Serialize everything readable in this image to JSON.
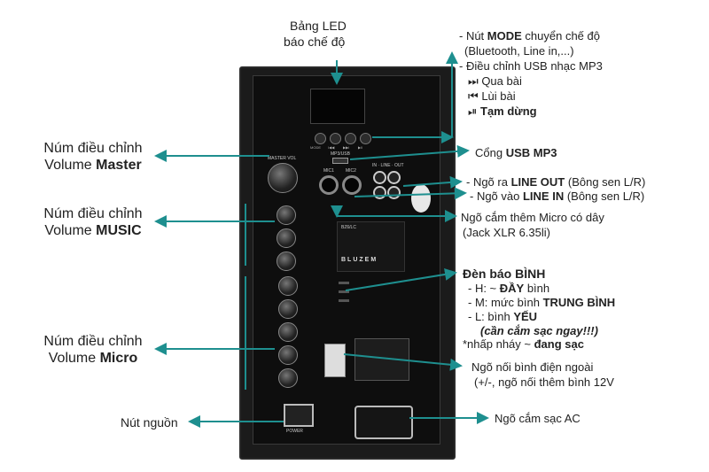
{
  "callouts": {
    "led_board": {
      "line1": "Bảng LED",
      "line2": "báo chế độ"
    },
    "mode": {
      "line1_pre": "- Nút ",
      "line1_bold": "MODE",
      "line1_post": " chuyển chế độ",
      "line2": "(Bluetooth, Line in,...)",
      "line3": "- Điều chỉnh USB nhạc MP3",
      "next": "Qua bài",
      "prev": "Lùi bài",
      "pause": "Tạm dừng"
    },
    "usb": {
      "pre": "Cổng ",
      "bold": "USB MP3"
    },
    "line_out": {
      "pre": "- Ngõ ra ",
      "bold": "LINE OUT",
      "post": " (Bông sen L/R)"
    },
    "line_in": {
      "pre": "- Ngõ vào ",
      "bold": "LINE IN",
      "post": " (Bông sen L/R)"
    },
    "micro_jack": {
      "line1": "Ngõ cắm thêm Micro có dây",
      "line2": "(Jack XLR 6.35li)"
    },
    "battery": {
      "title": "Đèn báo BÌNH",
      "h_pre": "- H: ~ ",
      "h_bold": "ĐẦY",
      "h_post": " bình",
      "m_pre": "- M: mức bình ",
      "m_bold": "TRUNG BÌNH",
      "l_pre": "- L: bình ",
      "l_bold": "YẾU",
      "warn": "(cần cắm sạc ngay!!!)",
      "blink_pre": "*nhấp nháy ~ ",
      "blink_bold": "đang sạc"
    },
    "external_battery": {
      "line1": "Ngõ nối bình điện ngoài",
      "line2": "(+/-, ngõ nối thêm bình 12V"
    },
    "ac": "Ngõ cắm sạc AC",
    "power": "Nút nguồn",
    "vol_master": {
      "line1": "Núm điều chỉnh",
      "pre": "Volume ",
      "bold": "Master"
    },
    "vol_music": {
      "line1": "Núm điều chỉnh",
      "pre": "Volume ",
      "bold": "MUSIC"
    },
    "vol_micro": {
      "line1": "Núm điều chỉnh",
      "pre": "Volume ",
      "bold": "Micro"
    }
  },
  "panel": {
    "master_vol": "MASTER VOL",
    "mp3_usb": "MP3/USB",
    "mic1": "MIC1",
    "mic2": "MIC2",
    "line_io": "IN · LINE · OUT",
    "brand": "BLUZEM",
    "model": "BZ6/LC",
    "power": "POWER",
    "mode_buttons": [
      "MODE",
      "I◀◀",
      "▶▶I",
      "▶II"
    ]
  },
  "colors": {
    "arrow": "#1e8f8f"
  }
}
